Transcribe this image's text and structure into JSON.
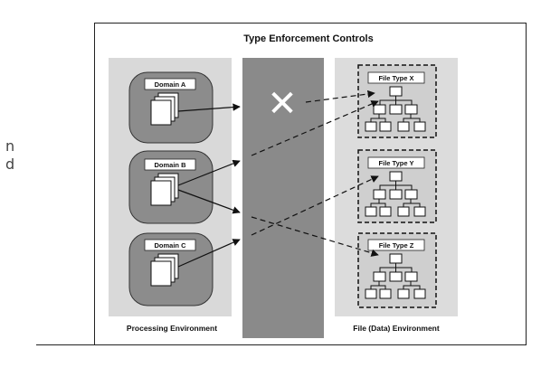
{
  "page": {
    "left_margin_lines": [
      "n",
      "d"
    ]
  },
  "figure": {
    "title": "Type Enforcement Controls",
    "processing_label": "Processing Environment",
    "file_env_label": "File (Data) Environment",
    "domains": [
      "Domain A",
      "Domain B",
      "Domain C"
    ],
    "file_types": [
      "File Type X",
      "File Type Y",
      "File Type Z"
    ],
    "blocked_symbol": "✕"
  },
  "colors": {
    "processing_bg": "#d9d9d9",
    "domain_box": "#8c8c8c",
    "center_bar": "#8a8a8a",
    "file_env_bg": "#dcdcdc",
    "file_type_box": "#cfcfcf",
    "line": "#111111"
  }
}
